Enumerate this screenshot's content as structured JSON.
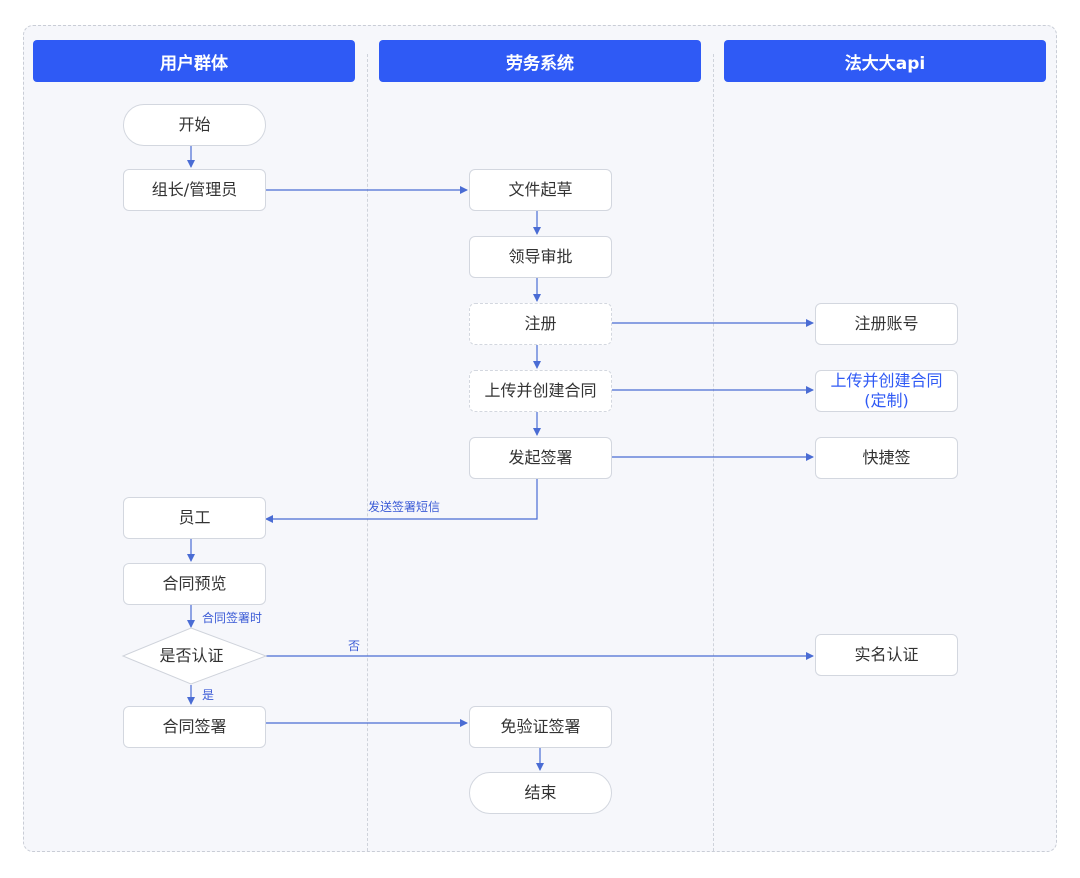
{
  "lanes": [
    "用户群体",
    "劳务系统",
    "法大大api"
  ],
  "nodes": {
    "start": "开始",
    "leader": "组长/管理员",
    "draft": "文件起草",
    "approve": "领导审批",
    "register": "注册",
    "upload": "上传并创建合同",
    "initiate": "发起签署",
    "reg_account": "注册账号",
    "upload_custom_line1": "上传并创建合同",
    "upload_custom_line2": "(定制)",
    "quick_sign": "快捷签",
    "employee": "员工",
    "preview": "合同预览",
    "decision": "是否认证",
    "realname": "实名认证",
    "sign": "合同签署",
    "nocheck_sign": "免验证签署",
    "end": "结束"
  },
  "edge_labels": {
    "send_sms": "发送签署短信",
    "when_signing": "合同签署时",
    "no": "否",
    "yes": "是"
  },
  "colors": {
    "accent": "#2f5af5",
    "arrow": "#4a6cd4"
  }
}
